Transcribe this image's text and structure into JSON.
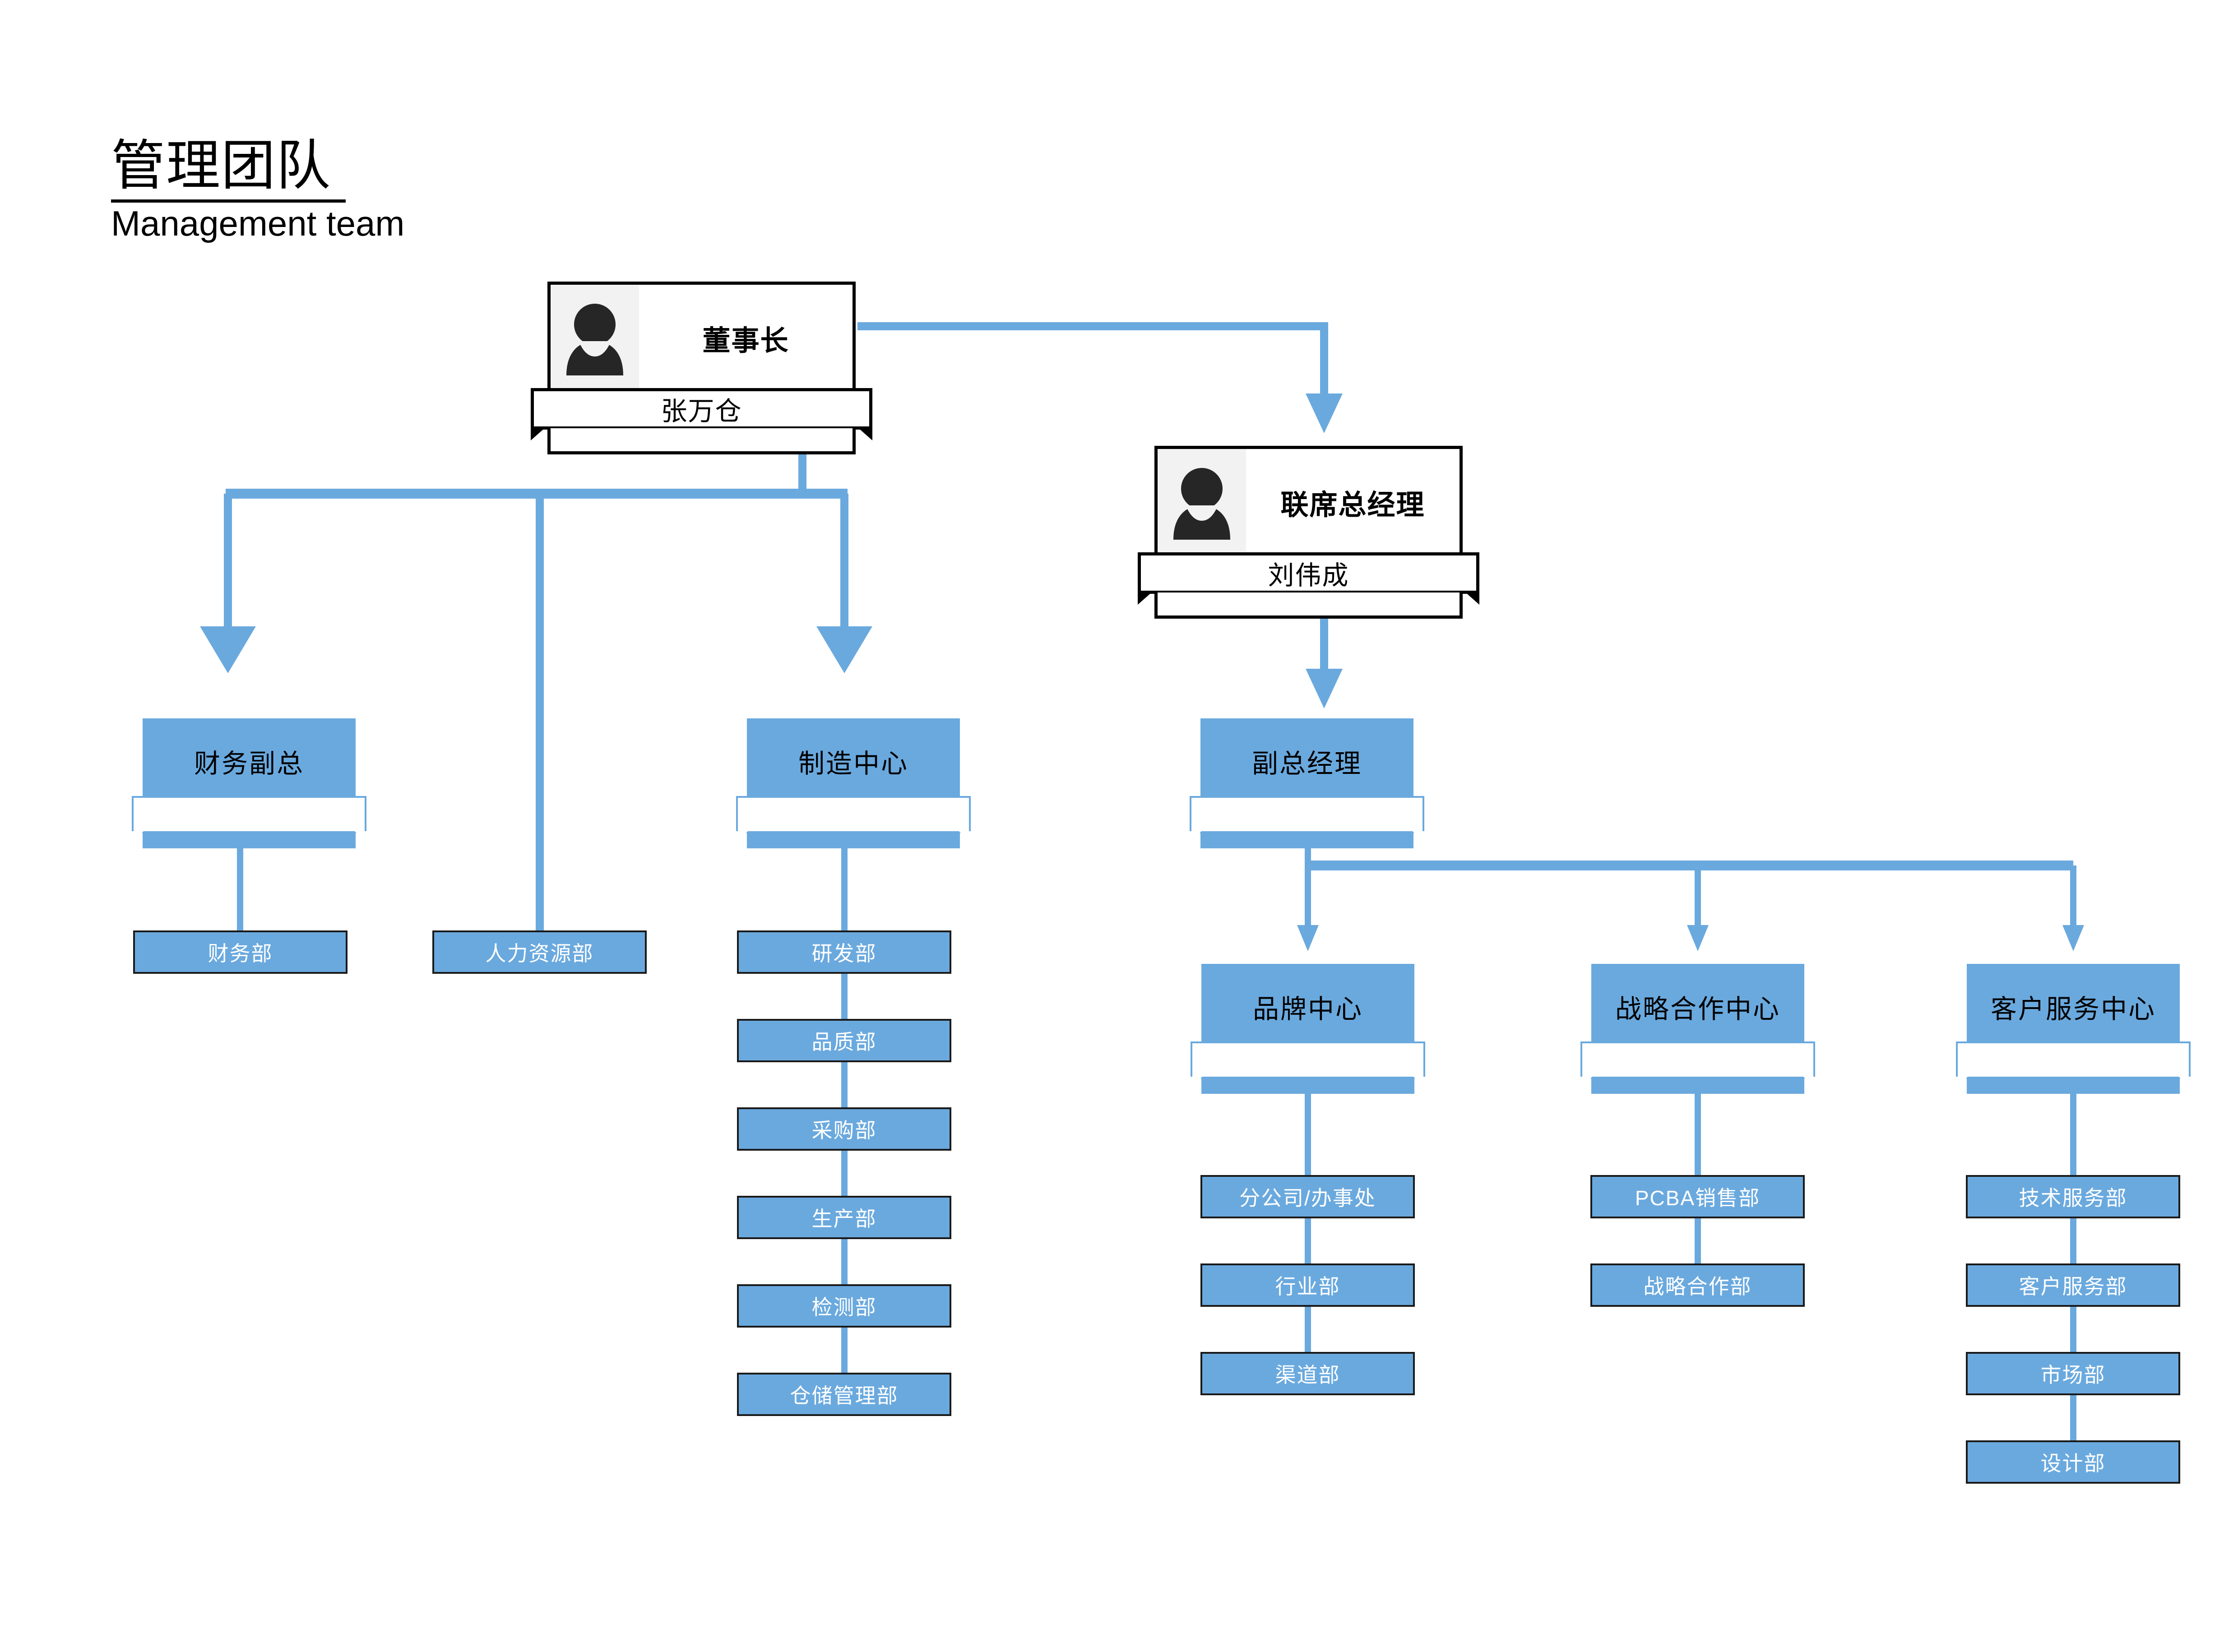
{
  "heading": {
    "title_zh": "管理团队",
    "title_en": "Management team"
  },
  "colors": {
    "node_blue": "#6aa9de",
    "connector_blue": "#6aa9de",
    "avatar_bg": "#f2f2f2",
    "card_border": "#000000",
    "leaf_border": "#1a1a1a",
    "leaf_text": "#ffffff",
    "banner_text": "#000000"
  },
  "people": [
    {
      "id": "chairman",
      "role": "董事长",
      "name": "张万仓",
      "avatar_icon": "person-avatar-icon"
    },
    {
      "id": "co_gm",
      "role": "联席总经理",
      "name": "刘伟成",
      "avatar_icon": "person-avatar-icon"
    }
  ],
  "banners": [
    {
      "id": "finance_vp",
      "label": "财务副总"
    },
    {
      "id": "manufacture",
      "label": "制造中心"
    },
    {
      "id": "deputy_gm",
      "label": "副总经理"
    },
    {
      "id": "brand",
      "label": "品牌中心"
    },
    {
      "id": "strategy",
      "label": "战略合作中心"
    },
    {
      "id": "customer",
      "label": "客户服务中心"
    }
  ],
  "departments": {
    "finance": [
      "财务部"
    ],
    "hr": [
      "人力资源部"
    ],
    "manufacture": [
      "研发部",
      "品质部",
      "采购部",
      "生产部",
      "检测部",
      "仓储管理部"
    ],
    "brand": [
      "分公司/办事处",
      "行业部",
      "渠道部"
    ],
    "strategy": [
      "PCBA销售部",
      "战略合作部"
    ],
    "customer": [
      "技术服务部",
      "客户服务部",
      "市场部",
      "设计部"
    ]
  }
}
